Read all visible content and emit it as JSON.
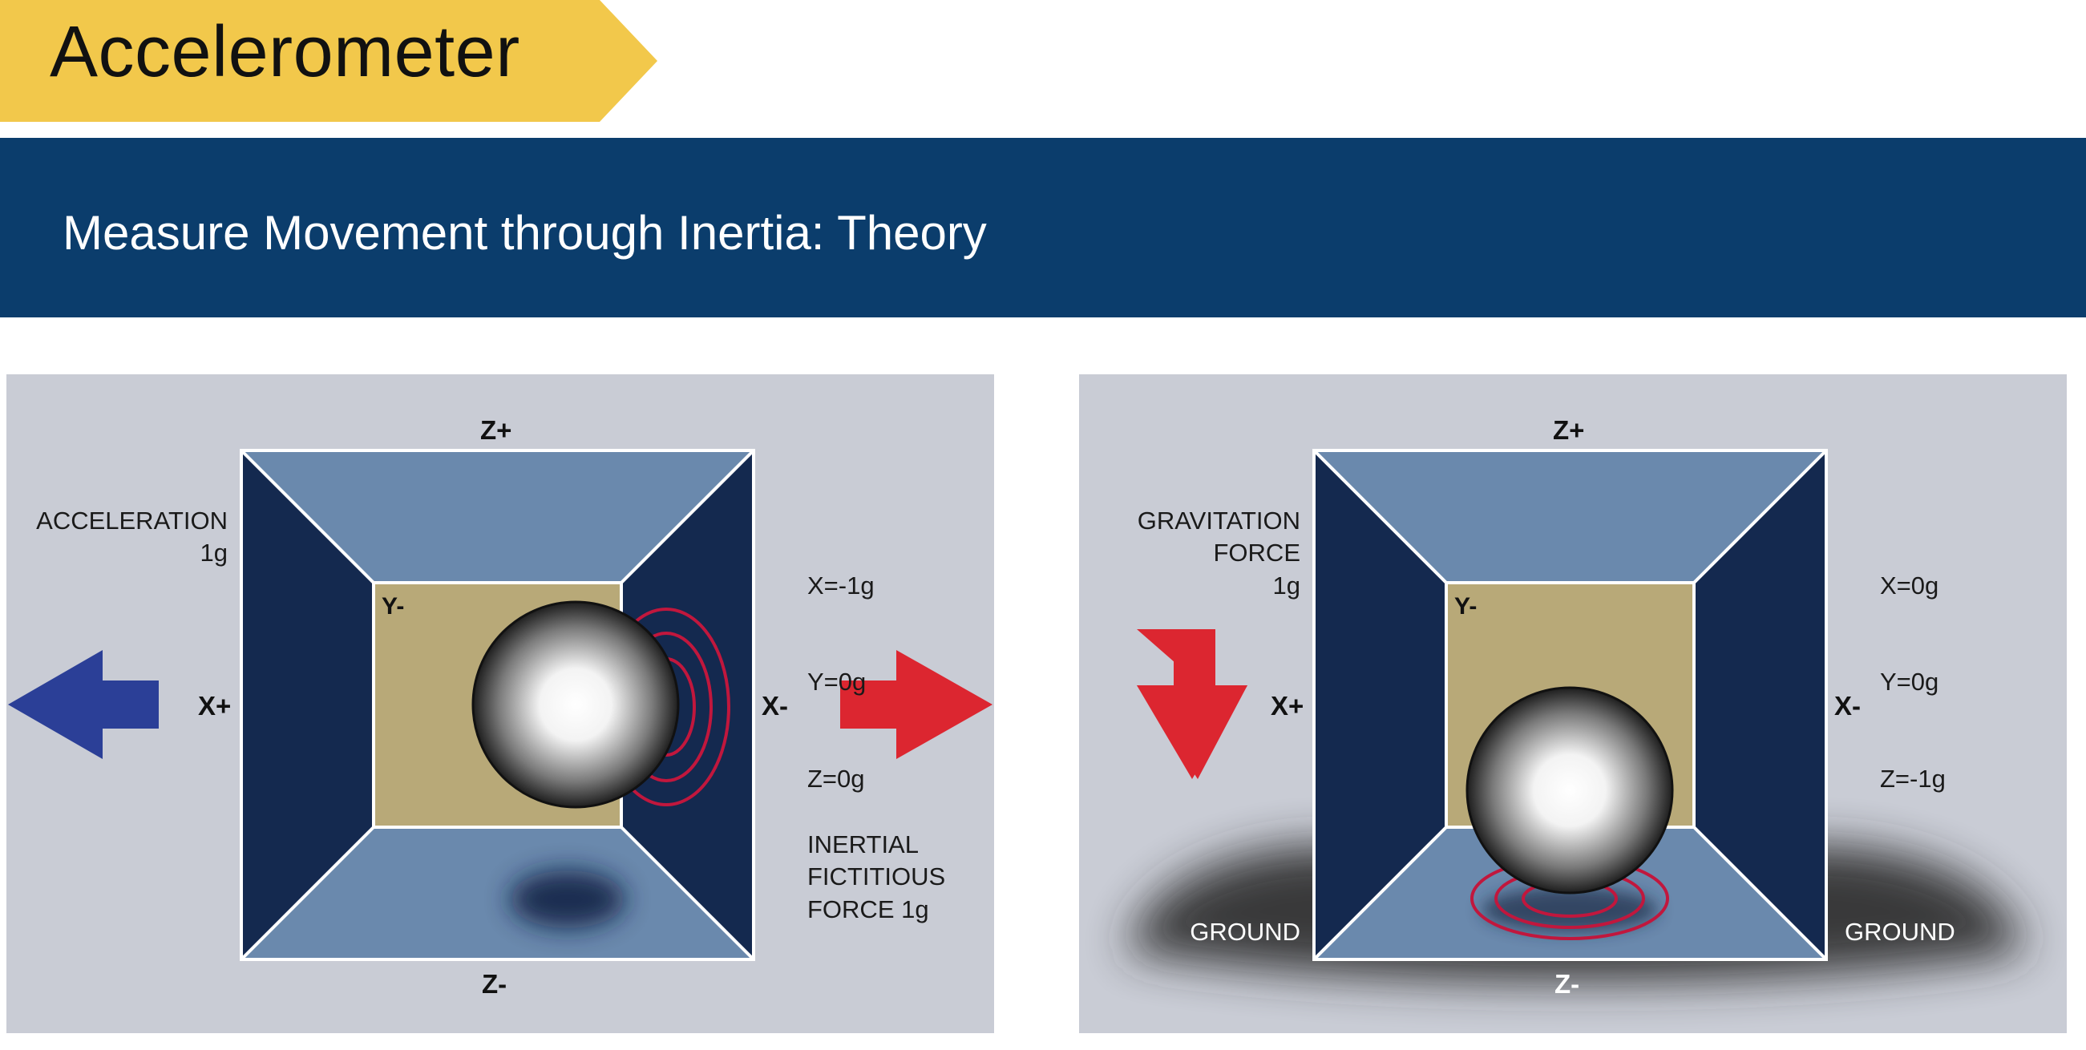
{
  "header": {
    "title": "Accelerometer",
    "subtitle": "Measure Movement through Inertia: Theory"
  },
  "colors": {
    "title_banner": "#f2c84b",
    "subtitle_bar": "#0b3d6c",
    "panel_bg": "#c9ccd5",
    "box_dark": "#14294f",
    "box_mid": "#6a89ad",
    "box_back": "#b8a978",
    "arrow_blue": "#2b3f97",
    "arrow_red": "#dc2630",
    "rings": "#c1173d"
  },
  "left_panel": {
    "axis_top": "Z+",
    "axis_bottom": "Z-",
    "axis_left": "X+",
    "axis_right": "X-",
    "axis_back": "Y-",
    "force_label": "ACCELERATION\n1g",
    "readings": [
      "X=-1g",
      "Y=0g",
      "Z=0g"
    ],
    "inertial_label": "INERTIAL\nFICTITIOUS\nFORCE 1g"
  },
  "right_panel": {
    "axis_top": "Z+",
    "axis_bottom": "Z-",
    "axis_left": "X+",
    "axis_right": "X-",
    "axis_back": "Y-",
    "force_label": "GRAVITATION\nFORCE\n1g",
    "readings": [
      "X=0g",
      "Y=0g",
      "Z=-1g"
    ],
    "ground_left": "GROUND",
    "ground_right": "GROUND"
  },
  "icons": {
    "left_arrow": "arrow-left-icon",
    "right_arrow": "arrow-right-icon",
    "down_arrow": "arrow-down-icon",
    "ball": "sphere-icon",
    "rings": "vibration-rings-icon"
  }
}
